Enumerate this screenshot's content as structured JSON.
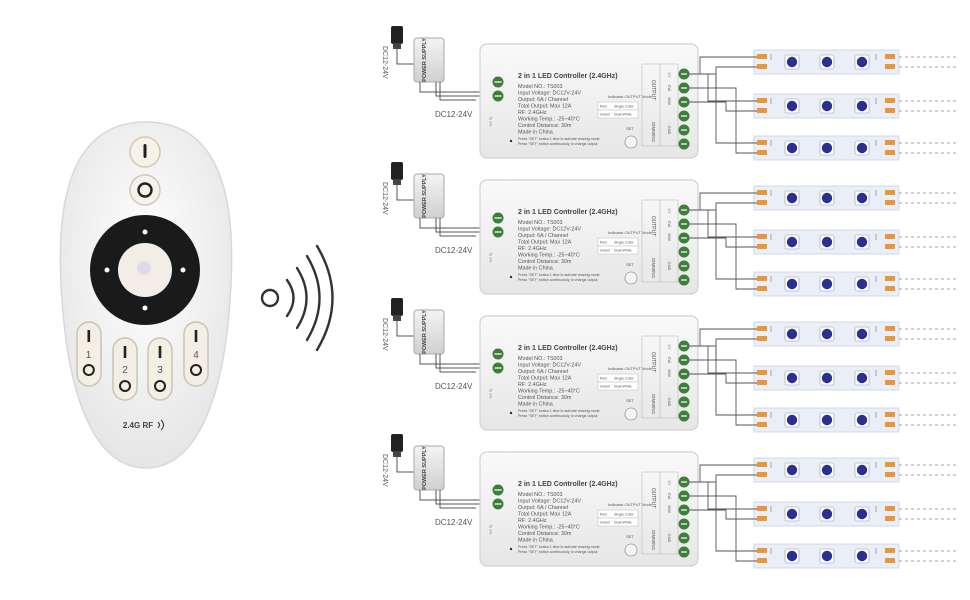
{
  "remote": {
    "zone_labels": [
      "1",
      "2",
      "3",
      "4"
    ],
    "rf_label": "2.4G RF"
  },
  "power_label": "DC12-24V",
  "power_supply_label": "POWER SUPPLY",
  "dc_label": "DC12-24V",
  "controller": {
    "title": "2 in 1 LED Controller (2.4GHz)",
    "specs": [
      "Model NO.: TS003",
      "Input Voltage: DC12V-24V",
      "Output: 6A / Channel",
      "Total Output: Max 12A",
      "RF: 2.4GHz",
      "Working Temp.: -25~40°C",
      "Control Distance: 30m",
      "Made in China"
    ],
    "output_title": "OUTPUT",
    "mode_title": "Indicator OUTPUT Mode",
    "modes": [
      {
        "color": "Red",
        "label": "Single Color"
      },
      {
        "color": "Green",
        "label": "Dual White"
      }
    ],
    "notes": [
      "Press \"SET\" button 1 time to activate sharing mode",
      "Press \"SET\" button continuously to change output"
    ],
    "set_label": "SET",
    "terminals": [
      "V+",
      "CW",
      "WW"
    ],
    "dimming_label": "DIMMING",
    "gnd_label": "GND",
    "input_label": "V+ V-"
  },
  "colors": {
    "led_chip": "#2b2f8f",
    "strip": "#e9eef7",
    "pad": "#e8963a",
    "wire": "#555555",
    "terminal": "#3d7f3a",
    "remote_dark": "#1a1a1a"
  }
}
